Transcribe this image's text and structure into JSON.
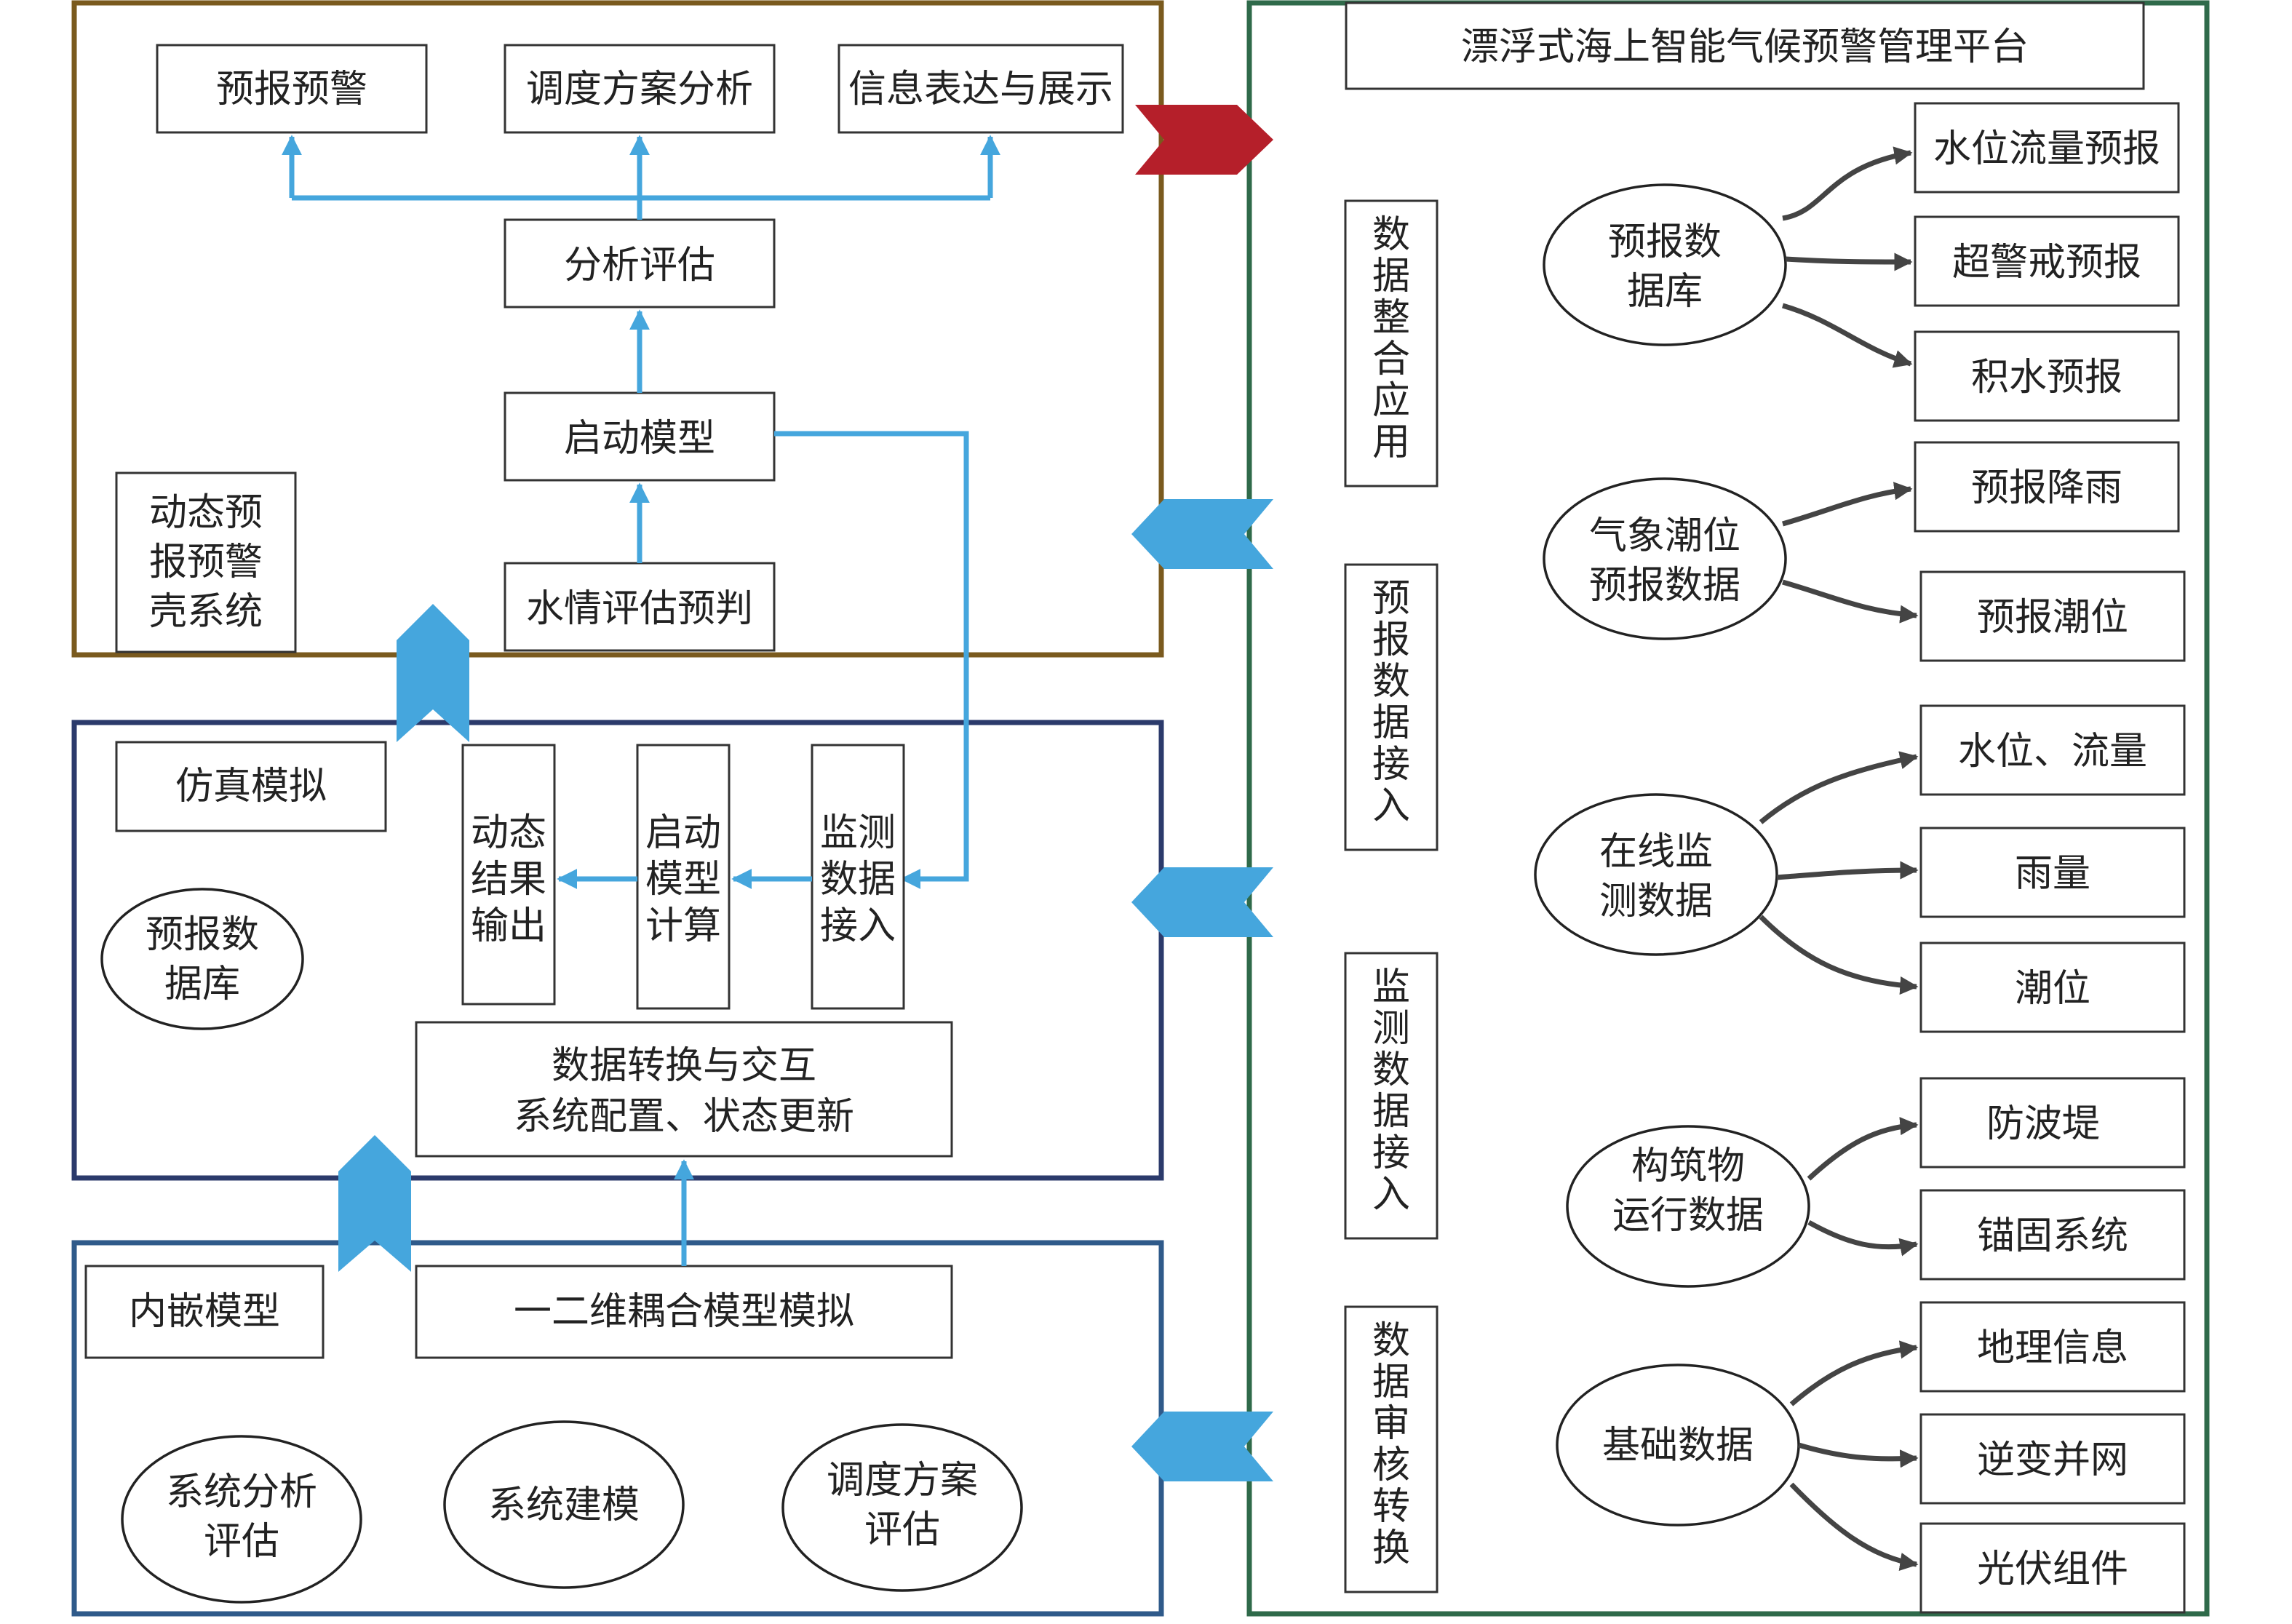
{
  "colors": {
    "brown_frame": "#7a5a1e",
    "navy_frame": "#2b3a6b",
    "blue_frame": "#2f5a8a",
    "green_frame": "#2f6a4a",
    "connector_blue": "#45a6dd",
    "connector_red": "#b51f2a",
    "connector_grey": "#444444"
  },
  "platform_title": "漂浮式海上智能气候预警管理平台",
  "dynamic_system": {
    "name_lines": [
      "动态预",
      "报预警",
      "壳系统"
    ],
    "outputs": [
      "预报预警",
      "调度方案分析",
      "信息表达与展示"
    ],
    "analysis": "分析评估",
    "start_model": "启动模型",
    "water_assessment": "水情评估预判"
  },
  "simulation": {
    "name": "仿真模拟",
    "db_lines": [
      "预报数",
      "据库"
    ],
    "steps": [
      {
        "lines": [
          "动态",
          "结果",
          "输出"
        ]
      },
      {
        "lines": [
          "启动",
          "模型",
          "计算"
        ]
      },
      {
        "lines": [
          "监测",
          "数据",
          "接入"
        ]
      }
    ],
    "exchange_lines": [
      "数据转换与交互",
      "系统配置、状态更新"
    ]
  },
  "embedded": {
    "name": "内嵌模型",
    "coupling": "一二维耦合模型模拟",
    "items": [
      {
        "lines": [
          "系统分析",
          "评估"
        ]
      },
      {
        "lines": [
          "系统建模"
        ]
      },
      {
        "lines": [
          "调度方案",
          "评估"
        ]
      }
    ]
  },
  "platform_columns": [
    {
      "chars": [
        "数",
        "据",
        "整",
        "合",
        "应",
        "用"
      ]
    },
    {
      "chars": [
        "预",
        "报",
        "数",
        "据",
        "接",
        "入"
      ]
    },
    {
      "chars": [
        "监",
        "测",
        "数",
        "据",
        "接",
        "入"
      ]
    },
    {
      "chars": [
        "数",
        "据",
        "审",
        "核",
        "转",
        "换"
      ]
    }
  ],
  "data_groups": [
    {
      "lines": [
        "预报数",
        "据库"
      ],
      "items": [
        "水位流量预报",
        "超警戒预报",
        "积水预报"
      ]
    },
    {
      "lines": [
        "气象潮位",
        "预报数据"
      ],
      "items": [
        "预报降雨",
        "预报潮位"
      ]
    },
    {
      "lines": [
        "在线监",
        "测数据"
      ],
      "items": [
        "水位、流量",
        "雨量",
        "潮位"
      ]
    },
    {
      "lines": [
        "构筑物",
        "运行数据"
      ],
      "items": [
        "防波堤",
        "锚固系统"
      ]
    },
    {
      "lines": [
        "基础数据"
      ],
      "items": [
        "地理信息",
        "逆变并网",
        "光伏组件"
      ]
    }
  ]
}
